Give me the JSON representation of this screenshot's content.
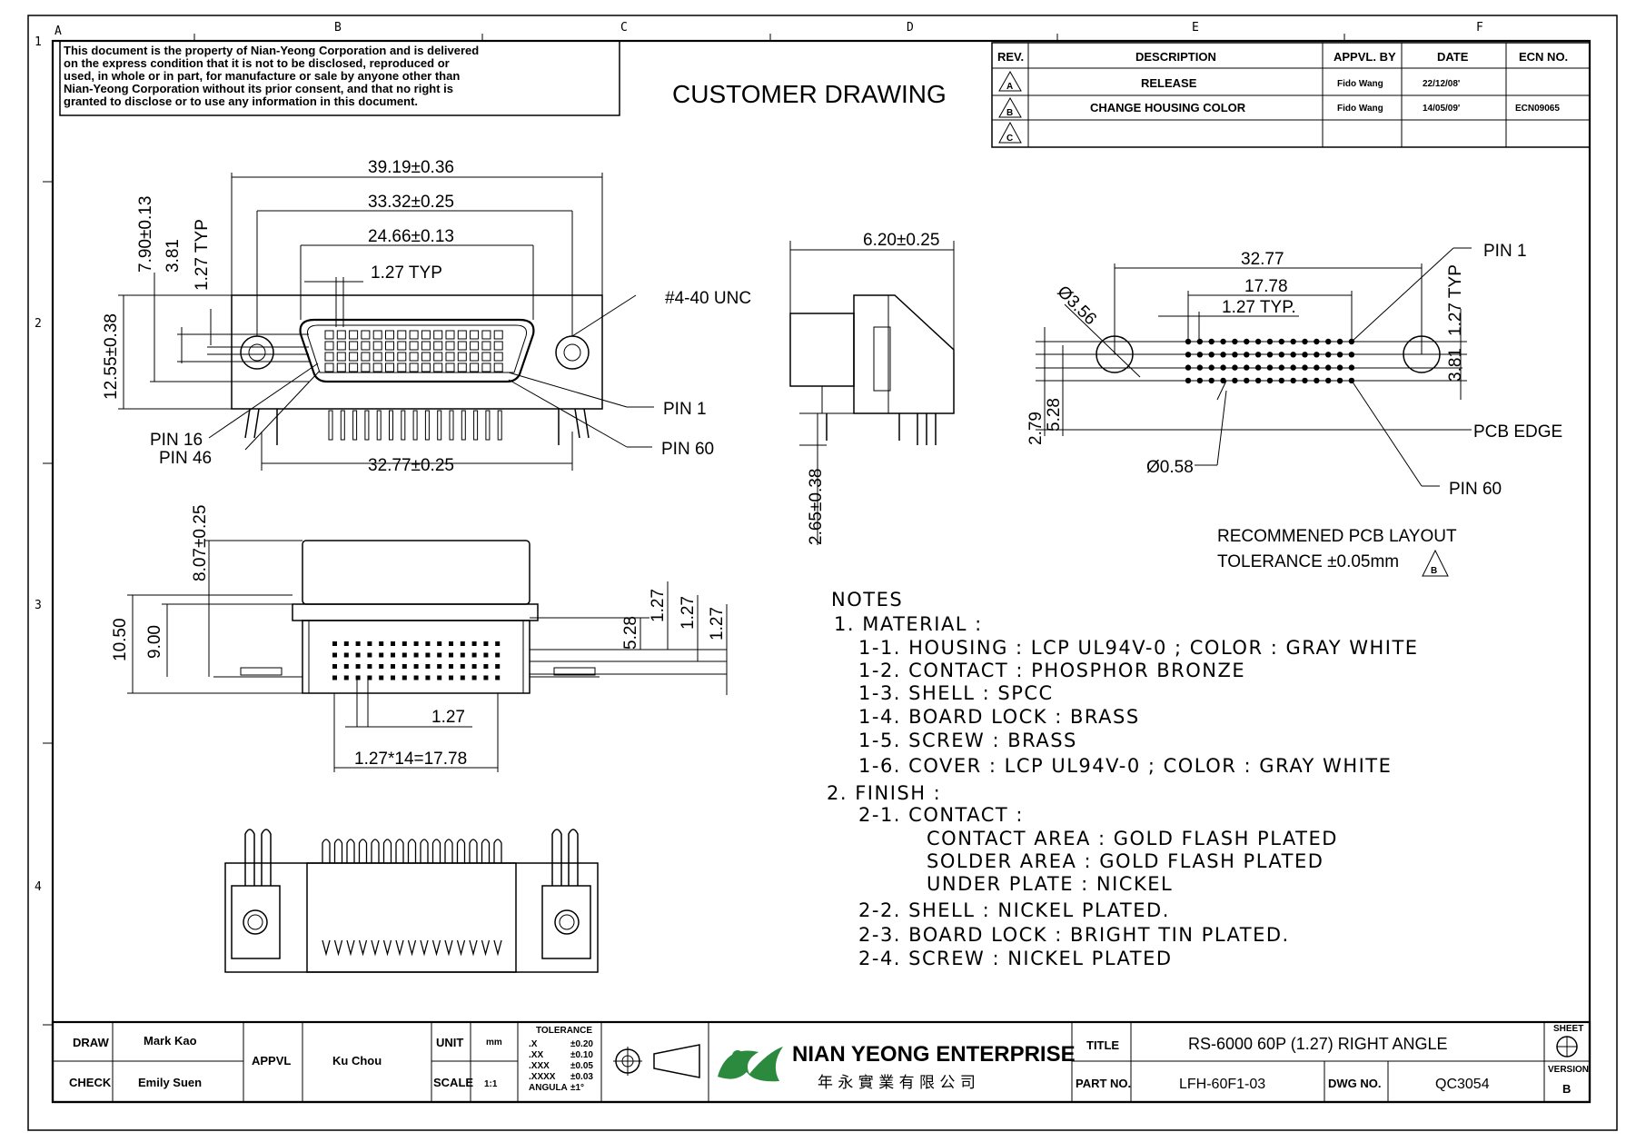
{
  "disclaimer": [
    "This document is the property of Nian-Yeong Corporation and is delivered",
    "on  the  express condition that it is not to be disclosed, reproduced or",
    "used, in whole or in part, for manufacture or sale by anyone other than",
    "Nian-Yeong Corporation without  its prior consent, and that  no right  is",
    "granted to disclose or to use any information in this  document."
  ],
  "heading": "CUSTOMER  DRAWING",
  "grid": {
    "columns": [
      "A",
      "B",
      "C",
      "D",
      "E",
      "F"
    ],
    "rows": [
      "1",
      "2",
      "3",
      "4"
    ]
  },
  "revision_table": {
    "headers": [
      "REV.",
      "DESCRIPTION",
      "APPVL. BY",
      "DATE",
      "ECN NO."
    ],
    "rows": [
      {
        "rev": "A",
        "description": "RELEASE",
        "appvl": "Fido Wang",
        "date": "22/12/08'",
        "ecn": ""
      },
      {
        "rev": "B",
        "description": "CHANGE HOUSING COLOR",
        "appvl": "Fido Wang",
        "date": "14/05/09'",
        "ecn": "ECN09065"
      },
      {
        "rev": "C",
        "description": "",
        "appvl": "",
        "date": "",
        "ecn": ""
      }
    ]
  },
  "front_view": {
    "dims": {
      "overall": "39.19±0.36",
      "screw_pitch": "33.32±0.25",
      "shell_width": "24.66±0.13",
      "pitch_typ": "1.27  TYP",
      "tail_span": "32.77±0.25",
      "height_left": "12.55±0.38",
      "h1": "7.90±0.13",
      "h2": "3.81",
      "h3": "1.27  TYP"
    },
    "labels": {
      "thread": "#4-40  UNC",
      "pin1": "PIN  1",
      "pin60": "PIN  60",
      "pin16": "PIN  16",
      "pin46": "PIN  46"
    }
  },
  "side_view": {
    "dims": {
      "depth": "6.20±0.25",
      "tail": "2.65±0.38"
    }
  },
  "pcb_layout": {
    "dims": {
      "overall": "32.77",
      "row": "17.78",
      "pitch": "1.27  TYP.",
      "hole_big": "Ø3.56",
      "hole_small": "Ø0.58",
      "v1": "1.27  TYP",
      "v2": "3.81",
      "v3": "2.79",
      "v4": "5.28"
    },
    "labels": {
      "pin1": "PIN  1",
      "pin60": "PIN  60",
      "edge": "PCB  EDGE"
    },
    "caption1": "RECOMMENED  PCB  LAYOUT",
    "caption2": "TOLERANCE  ±0.05mm",
    "rev_mark": "B"
  },
  "bottom_view": {
    "dims": {
      "h_shell": "8.07±0.25",
      "h_total": "10.50",
      "h_body": "9.00",
      "v528": "5.28",
      "p1": "1.27",
      "p2": "1.27",
      "p3": "1.27",
      "pitch": "1.27",
      "row": "1.27*14=17.78"
    }
  },
  "notes": {
    "title": "NOTES",
    "lines": [
      "1.  MATERIAL  :",
      "1-1.  HOUSING  :  LCP  UL94V-0  ;  COLOR  :  GRAY  WHITE",
      "1-2.  CONTACT  :  PHOSPHOR  BRONZE",
      "1-3.  SHELL  :  SPCC",
      "1-4.  BOARD  LOCK  :  BRASS",
      "1-5.  SCREW  :  BRASS",
      "1-6.  COVER  :  LCP  UL94V-0  ;  COLOR  :  GRAY  WHITE",
      "2.  FINISH  :",
      "2-1.  CONTACT  :",
      "CONTACT  AREA  :  GOLD  FLASH  PLATED",
      "SOLDER  AREA  :  GOLD  FLASH  PLATED",
      "UNDER  PLATE  :  NICKEL",
      "2-2.  SHELL  :  NICKEL  PLATED.",
      "2-3.  BOARD  LOCK  :  BRIGHT  TIN  PLATED.",
      "2-4.  SCREW  :  NICKEL  PLATED"
    ]
  },
  "title_block": {
    "draw_label": "DRAW",
    "draw": "Mark Kao",
    "check_label": "CHECK",
    "check": "Emily Suen",
    "appvl_label": "APPVL",
    "appvl": "Ku Chou",
    "unit_label": "UNIT",
    "unit": "mm",
    "scale_label": "SCALE",
    "scale": "1:1",
    "tolerance_label": "TOLERANCE",
    "tolerances": [
      {
        "k": ".X",
        "v": "±0.20"
      },
      {
        "k": ".XX",
        "v": "±0.10"
      },
      {
        "k": ".XXX",
        "v": "±0.05"
      },
      {
        "k": ".XXXX",
        "v": "±0.03"
      },
      {
        "k": "ANGULA",
        "v": "±1°"
      }
    ],
    "company": "NIAN YEONG ENTERPRISE",
    "company_cn": "年 永 實 業 有 限 公 司",
    "title_label": "TITLE",
    "title": "RS-6000  60P  (1.27)  RIGHT  ANGLE",
    "part_label": "PART NO.",
    "part": "LFH-60F1-03",
    "dwg_label": "DWG NO.",
    "dwg": "QC3054",
    "sheet_label": "SHEET",
    "version_label": "VERSION",
    "version": "B"
  }
}
